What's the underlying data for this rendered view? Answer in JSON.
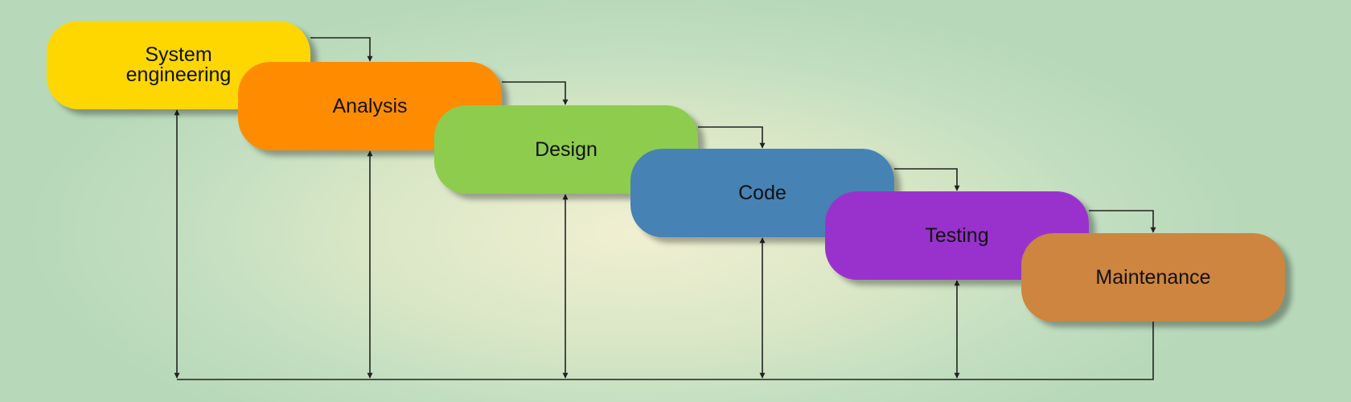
{
  "diagram": {
    "stages": [
      {
        "id": "system-engineering",
        "label": "System\nengineering",
        "color": "#FFD700"
      },
      {
        "id": "analysis",
        "label": "Analysis",
        "color": "#FF8C00"
      },
      {
        "id": "design",
        "label": "Design",
        "color": "#8ECC4E"
      },
      {
        "id": "code",
        "label": "Code",
        "color": "#4682B4"
      },
      {
        "id": "testing",
        "label": "Testing",
        "color": "#9932CC"
      },
      {
        "id": "maintenance",
        "label": "Maintenance",
        "color": "#CD853F"
      }
    ],
    "colors": {
      "connector": "#222222",
      "background_center": "#F1EFD2",
      "background_edge": "#B7D9B9"
    }
  }
}
